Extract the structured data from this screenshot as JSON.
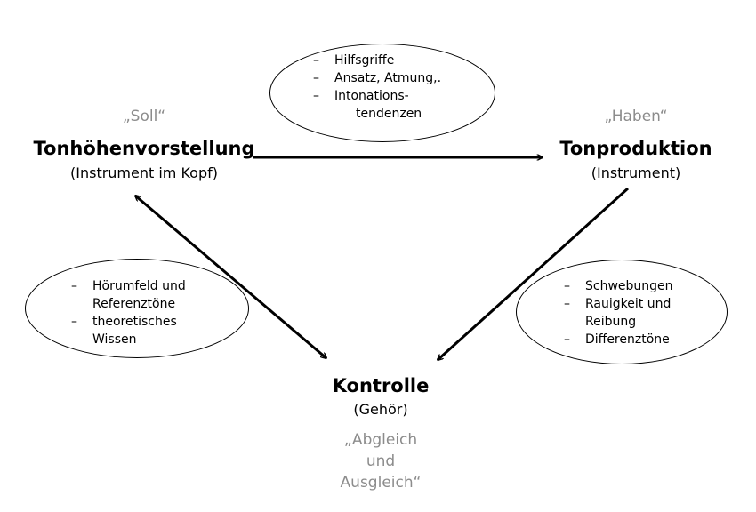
{
  "nodes": {
    "soll": {
      "tag": "„Soll“",
      "title": "Tonhöhenvorstellung",
      "subtitle": "(Instrument im Kopf)"
    },
    "haben": {
      "tag": "„Haben“",
      "title": "Tonproduktion",
      "subtitle": "(Instrument)"
    },
    "kontrolle": {
      "title": "Kontrolle",
      "subtitle": "(Gehör)",
      "tag_lines": [
        "„Abgleich",
        "und",
        "Ausgleich“"
      ]
    }
  },
  "ellipses": {
    "top": {
      "items": [
        "Hilfsgriffe",
        "Ansatz, Atmung,.",
        "Intonations-",
        "tendenzen"
      ]
    },
    "left": {
      "items": [
        "Hörumfeld und",
        "Referenztöne",
        "theoretisches",
        "Wissen"
      ]
    },
    "right": {
      "items": [
        "Schwebungen",
        "Rauigkeit und",
        "Reibung",
        "Differenztöne"
      ]
    }
  }
}
